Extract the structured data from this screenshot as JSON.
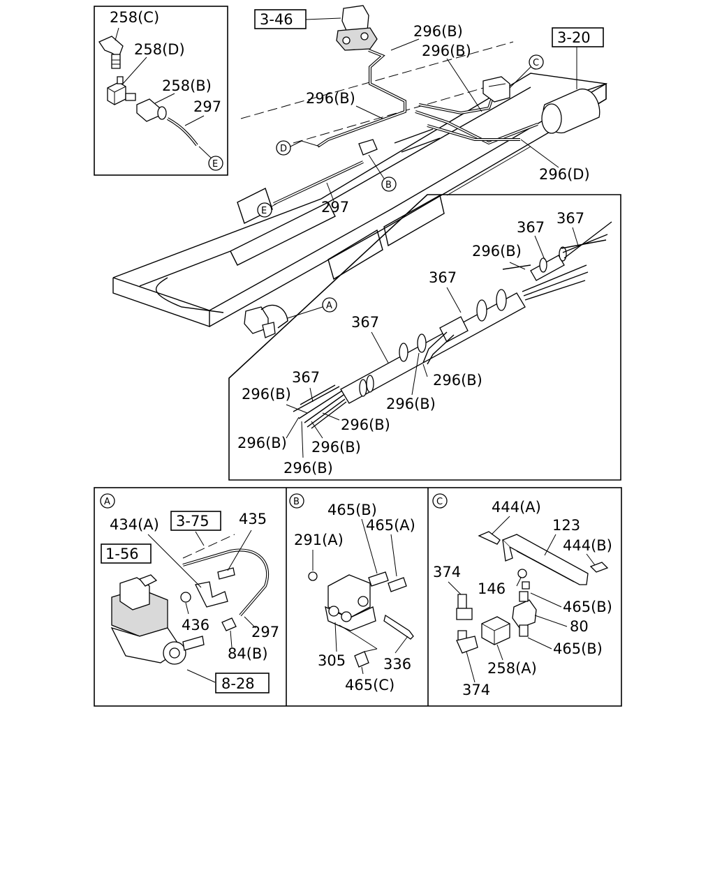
{
  "diagram": {
    "inset_top_left": {
      "labels": [
        "258(C)",
        "258(D)",
        "258(B)",
        "297"
      ],
      "callout": "E"
    },
    "main_view": {
      "ref_boxes": [
        "3-46",
        "3-20"
      ],
      "labels": [
        "296(B)",
        "296(B)",
        "296(B)",
        "296(D)",
        "297"
      ],
      "callouts": [
        "C",
        "D",
        "B",
        "E",
        "A"
      ]
    },
    "harness_view": {
      "labels": [
        "367",
        "367",
        "296(B)",
        "367",
        "367",
        "367",
        "296(B)",
        "296(B)",
        "296(B)",
        "296(B)",
        "296(B)",
        "296(B)",
        "296(B)"
      ]
    },
    "panel_a": {
      "id": "A",
      "ref_boxes": [
        "3-75",
        "1-56",
        "8-28"
      ],
      "labels": [
        "434(A)",
        "435",
        "436",
        "297",
        "84(B)"
      ]
    },
    "panel_b": {
      "id": "B",
      "labels": [
        "465(B)",
        "465(A)",
        "291(A)",
        "305",
        "336",
        "465(C)"
      ]
    },
    "panel_c": {
      "id": "C",
      "labels": [
        "444(A)",
        "123",
        "444(B)",
        "374",
        "146",
        "465(B)",
        "80",
        "465(B)",
        "258(A)",
        "374"
      ]
    }
  }
}
